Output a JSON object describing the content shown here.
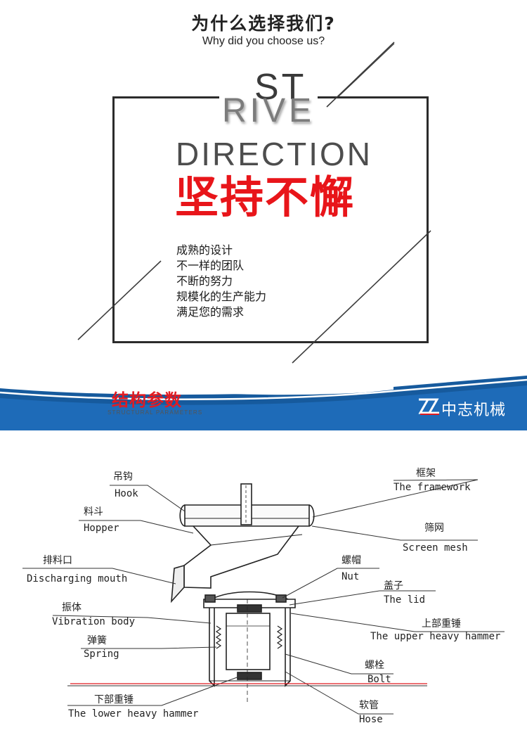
{
  "header": {
    "title": "为什么选择我们?",
    "subtitle": "Why did you choose us?"
  },
  "feature_box": {
    "word_st": "ST",
    "word_rive": "RIVE",
    "word_direction": "DIRECTION",
    "slogan": "坚持不懈",
    "features": [
      "成熟的设计",
      "不一样的团队",
      "不断的努力",
      "规模化的生产能力",
      "满足您的需求"
    ]
  },
  "banner": {
    "title": "结构参数",
    "subtitle": "STRUCTURAL PARAMETERS",
    "brand": "中志机械",
    "colors": {
      "primary": "#1e6bb8",
      "dark": "#165a9d",
      "accent_red": "#e11b22"
    }
  },
  "diagram": {
    "labels": [
      {
        "zh": "吊钩",
        "en": "Hook"
      },
      {
        "zh": "料斗",
        "en": "Hopper"
      },
      {
        "zh": "排料口",
        "en": "Discharging mouth"
      },
      {
        "zh": "振体",
        "en": "Vibration body"
      },
      {
        "zh": "弹簧",
        "en": "Spring"
      },
      {
        "zh": "下部重锤",
        "en": "The lower heavy hammer"
      },
      {
        "zh": "框架",
        "en": "The framework"
      },
      {
        "zh": "筛网",
        "en": "Screen mesh"
      },
      {
        "zh": "螺帽",
        "en": "Nut"
      },
      {
        "zh": "盖子",
        "en": "The lid"
      },
      {
        "zh": "上部重锤",
        "en": "The upper heavy hammer"
      },
      {
        "zh": "螺栓",
        "en": "Bolt"
      },
      {
        "zh": "软管",
        "en": "Hose"
      }
    ]
  }
}
